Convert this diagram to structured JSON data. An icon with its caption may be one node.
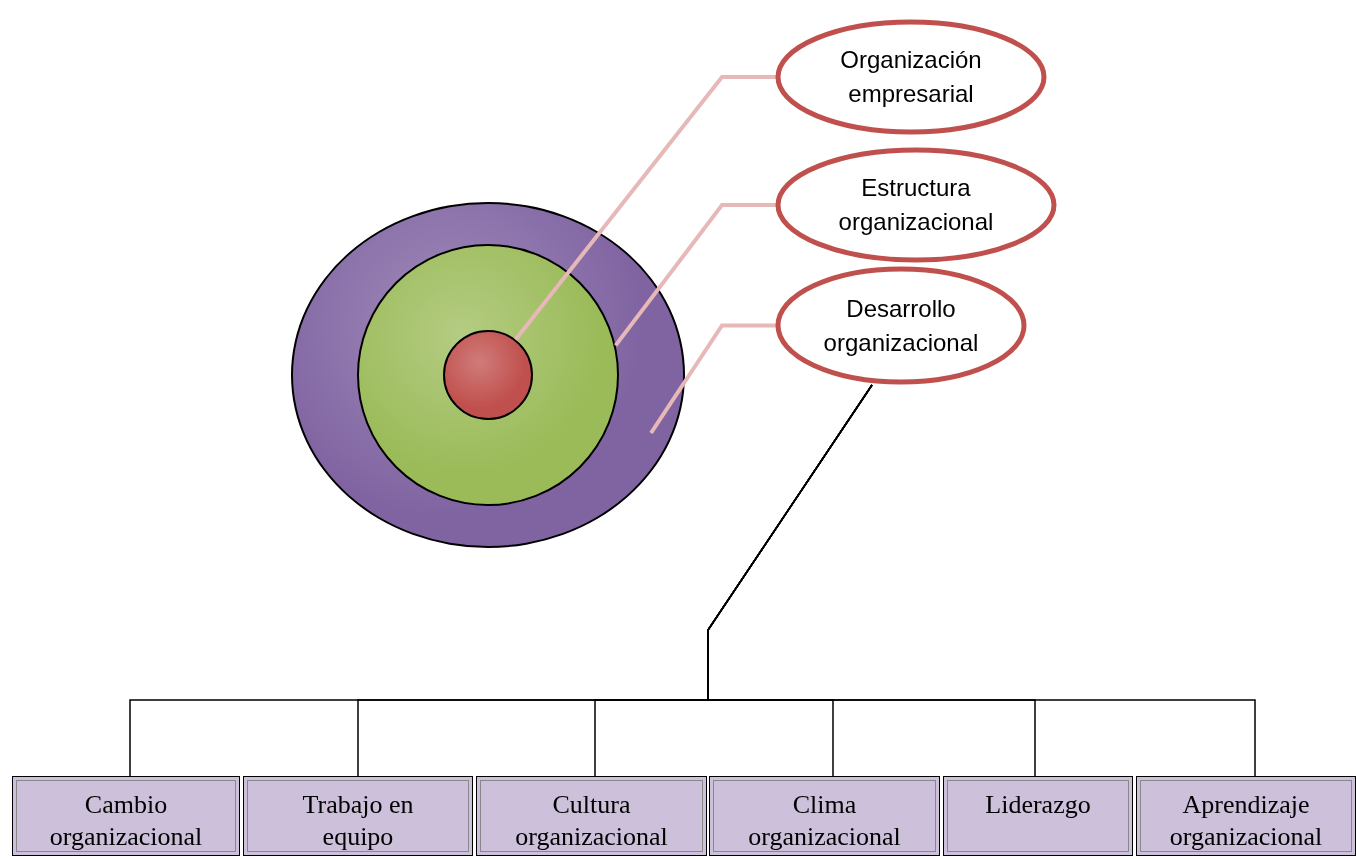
{
  "diagram": {
    "nodes": [
      {
        "text": [],
        "shape": "circle"
      },
      {
        "text": [],
        "shape": "circle",
        "in": 0
      },
      {
        "text": [],
        "shape": "circle",
        "in": 1
      },
      {
        "text": [
          "Organización empresarial"
        ]
      },
      {
        "text": [
          "Estructura organizacional"
        ]
      },
      {
        "text": [
          "Desarrollo organizacional"
        ]
      },
      {
        "text": [
          "Cambio organizacional"
        ]
      },
      {
        "text": [
          "Trabajo en equipo"
        ]
      },
      {
        "text": [
          "Cultura organizacional"
        ]
      },
      {
        "text": [
          "Clima organizacional"
        ]
      },
      {
        "text": [
          "Liderazgo"
        ]
      },
      {
        "text": [
          "Aprendizaje organizacional"
        ]
      }
    ],
    "edges": [
      {
        "from": 3,
        "to": 2,
        "arrow": "none",
        "style": "thick",
        "color": "#e6b9b8"
      },
      {
        "from": 4,
        "to": 1,
        "arrow": "none",
        "style": "thick",
        "color": "#e6b9b8"
      },
      {
        "from": 5,
        "to": 0,
        "arrow": "none",
        "style": "thick",
        "color": "#e6b9b8"
      },
      {
        "from": 5,
        "to": 6,
        "arrow": "none"
      },
      {
        "from": 5,
        "to": 7,
        "arrow": "none"
      },
      {
        "from": 5,
        "to": 8,
        "arrow": "none"
      },
      {
        "from": 5,
        "to": 9,
        "arrow": "none"
      },
      {
        "from": 5,
        "to": 10,
        "arrow": "none"
      },
      {
        "from": 5,
        "to": 11,
        "arrow": "none"
      }
    ]
  }
}
